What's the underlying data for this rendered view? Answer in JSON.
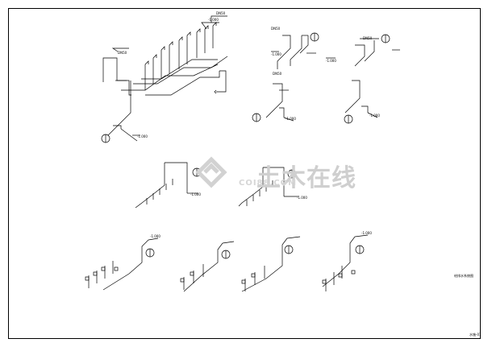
{
  "watermark": {
    "brand_cn": "土木在线",
    "brand_en": "COI88.COM"
  },
  "drawing": {
    "caption": "给排水系统图",
    "sheet_number": "水施-01"
  },
  "labels": {
    "elev_a": "-1.000",
    "elev_b": "-1.000",
    "elev_c": "-1.000",
    "elev_d": "-1.000",
    "elev_e": "-1.000",
    "elev_f": "-1.000",
    "elev_g": "-1.000",
    "elev_h": "-1.000",
    "elev_i": "-1.000",
    "elev_j": "-1.000",
    "pipe_a": "DN50",
    "pipe_b": "DN50",
    "pipe_c": "DN50",
    "pipe_d": "DN50",
    "pipe_e": "DN50"
  },
  "colors": {
    "line": "#000000",
    "watermark": "#cfcfcf"
  }
}
